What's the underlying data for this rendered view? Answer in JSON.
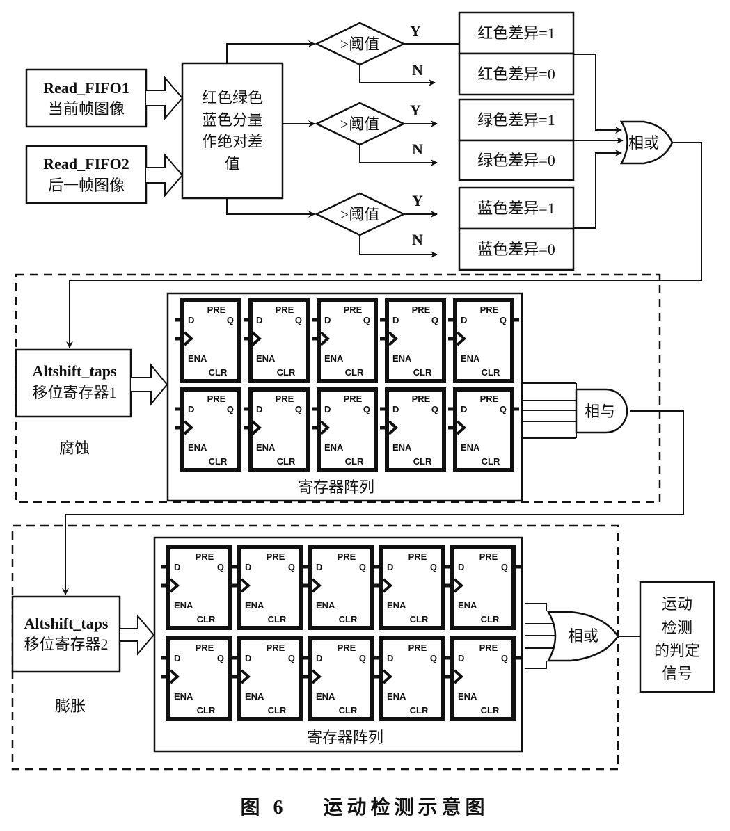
{
  "figure": {
    "caption": "图 6    运动检测示意图"
  },
  "inputs": [
    {
      "title": "Read_FIFO1",
      "subtitle": "当前帧图像"
    },
    {
      "title": "Read_FIFO2",
      "subtitle": "后一帧图像"
    }
  ],
  "abs_diff_block": {
    "lines": [
      "红色绿色",
      "蓝色分量",
      "作绝对差",
      "值"
    ]
  },
  "comparators": [
    {
      "label": ">阈值",
      "yes": "Y",
      "no": "N",
      "out_yes": "红色差异=1",
      "out_no": "红色差异=0"
    },
    {
      "label": ">阈值",
      "yes": "Y",
      "no": "N",
      "out_yes": "绿色差异=1",
      "out_no": "绿色差异=0"
    },
    {
      "label": ">阈值",
      "yes": "Y",
      "no": "N",
      "out_yes": "蓝色差异=1",
      "out_no": "蓝色差异=0"
    }
  ],
  "or_gate_top": {
    "label": "相或"
  },
  "erosion": {
    "region_label": "腐蚀",
    "shift_title": "Altshift_taps",
    "shift_subtitle": "移位寄存器1",
    "array_label": "寄存器阵列",
    "gate_label": "相与"
  },
  "dilation": {
    "region_label": "膨胀",
    "shift_title": "Altshift_taps",
    "shift_subtitle": "移位寄存器2",
    "array_label": "寄存器阵列",
    "gate_label": "相或"
  },
  "flipflop": {
    "pre": "PRE",
    "d": "D",
    "q": "Q",
    "ena": "ENA",
    "clr": "CLR"
  },
  "output_block": {
    "lines": [
      "运动",
      "检测",
      "的判定",
      "信号"
    ]
  }
}
